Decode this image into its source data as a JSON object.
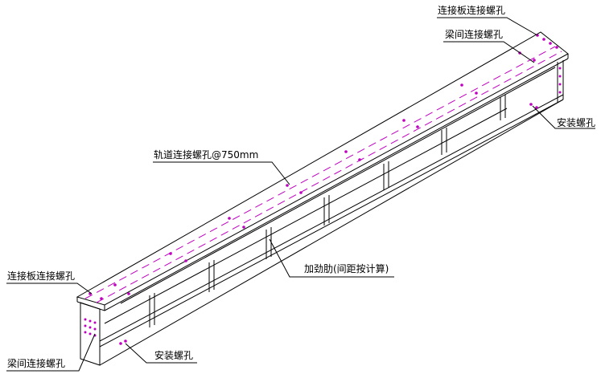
{
  "labels": {
    "plate_bolt_top": "连接板连接螺孔",
    "beam_bolt_top": "梁间连接螺孔",
    "install_bolt_right": "安装螺孔",
    "rail_bolt": "轨道连接螺孔@750mm",
    "stiffener": "加劲肋(间距按计算)",
    "plate_bolt_left": "连接板连接螺孔",
    "beam_bolt_bottom": "梁间连接螺孔",
    "install_bolt_bottom": "安装螺孔"
  },
  "colors": {
    "line": "#000000",
    "rail_dash": "#c000c0",
    "hole": "#c000c0",
    "leader": "#000000"
  }
}
